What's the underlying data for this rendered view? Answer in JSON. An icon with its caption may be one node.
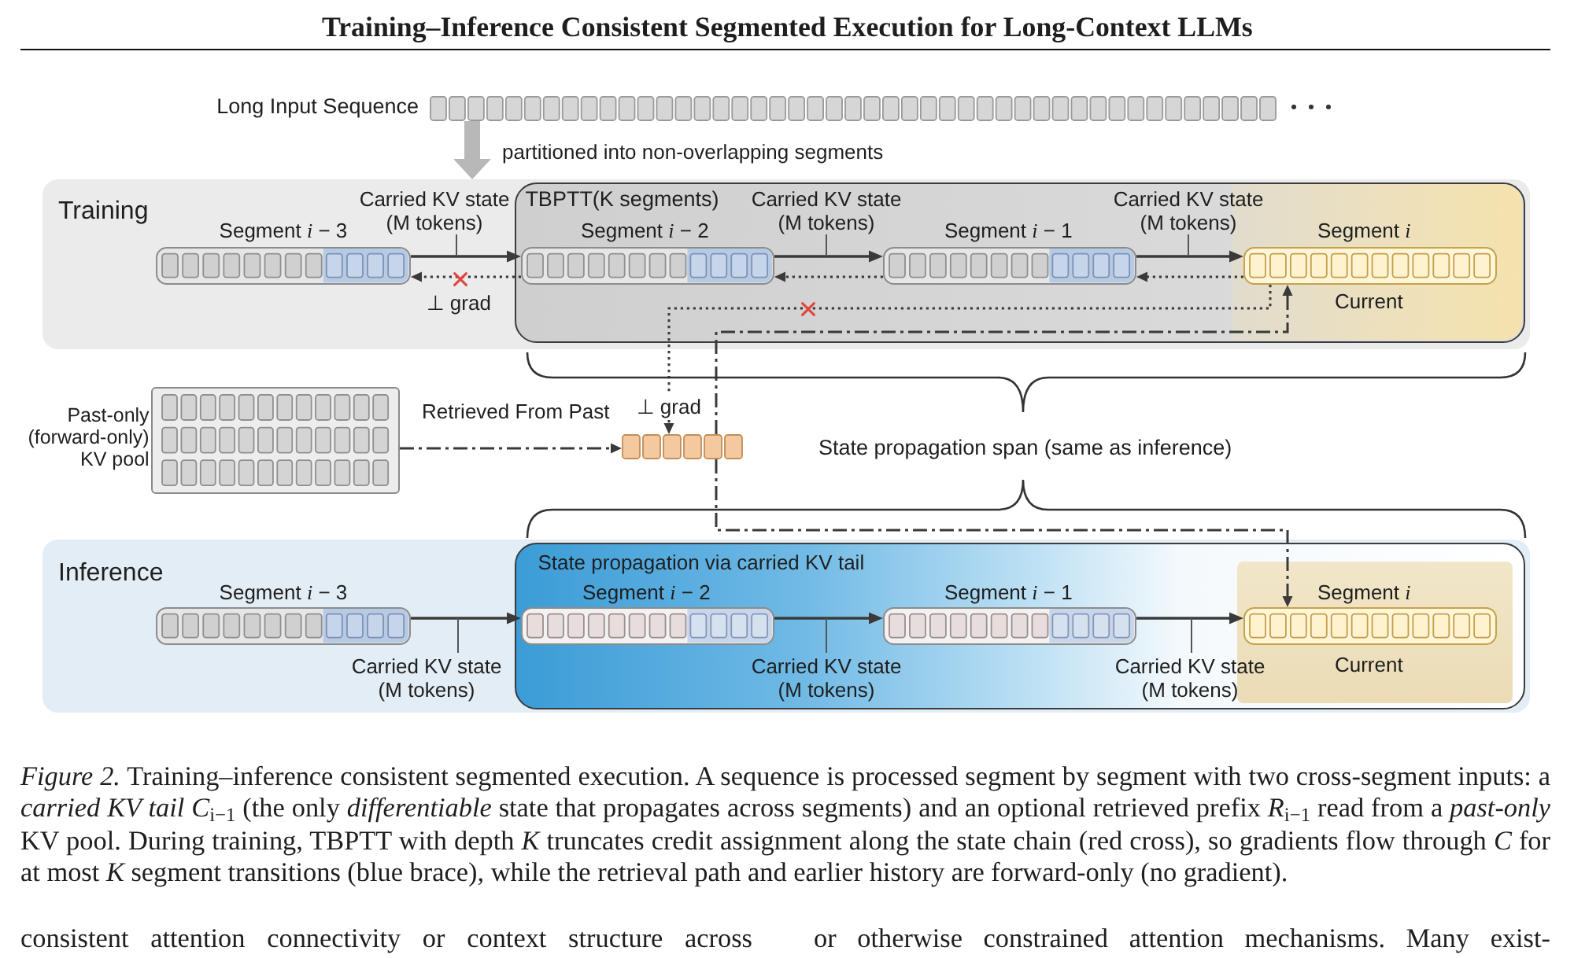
{
  "diagram": {
    "title": "Training–Inference Consistent Segmented Execution for Long-Context LLMs",
    "caption": "*Figure 2.* Training–inference consistent segmented execution. A sequence is processed segment by segment with two cross-segment inputs: a *carried KV tail* *C*$_{i−1}$ (the only *differentiable* state that propagates across segments) and an optional retrieved prefix *R*$_{i−1}$ read from a *past-only* KV pool. During training, TBPTT with depth *K* truncates credit assignment along the state chain (red cross), so gradients flow through *C* for at most *K* segment transitions (blue brace), while the retrieval path and earlier history are forward-only (no gradient).",
    "nodes": [
      {
        "text": [
          "Long Input Sequence"
        ]
      },
      {
        "text": [
          "Training"
        ]
      },
      {
        "text": [
          "TBPTT(K segments)"
        ],
        "in": 1
      },
      {
        "text": [
          "Segment *i* − 3"
        ],
        "in": 1
      },
      {
        "text": [
          "Segment *i* − 2"
        ],
        "in": 2
      },
      {
        "text": [
          "Segment *i* − 1"
        ],
        "in": 2
      },
      {
        "text": [
          "Segment *i*",
          "Current"
        ],
        "in": 2
      },
      {
        "text": [
          "Past-only (forward-only) KV pool"
        ]
      },
      {
        "text": [],
        "shape": "bar"
      },
      {
        "text": [
          "Inference"
        ]
      },
      {
        "text": [
          "State propagation via carried KV tail"
        ],
        "in": 9
      },
      {
        "text": [
          "Segment *i* − 3"
        ],
        "in": 9
      },
      {
        "text": [
          "Segment *i* − 2"
        ],
        "in": 10
      },
      {
        "text": [
          "Segment *i* − 1"
        ],
        "in": 10
      },
      {
        "text": [
          "Segment *i*",
          "Current"
        ],
        "in": 10
      }
    ],
    "edges": [
      {
        "from": 0,
        "to": 1,
        "arrow": "to",
        "label": "partitioned into non-overlapping segments",
        "style": "thick",
        "color": "#b8b8b8"
      },
      {
        "from": 3,
        "to": 4,
        "arrow": "to",
        "label": "Carried KV state (M tokens)"
      },
      {
        "from": 4,
        "to": 5,
        "arrow": "to",
        "label": "Carried KV state (M tokens)"
      },
      {
        "from": 5,
        "to": 6,
        "arrow": "to",
        "label": "Carried KV state (M tokens)"
      },
      {
        "from": 4,
        "to": 3,
        "arrow": "to",
        "label": "⊥ grad",
        "style": "dashed"
      },
      {
        "from": 5,
        "to": 4,
        "arrow": "to",
        "style": "dashed"
      },
      {
        "from": 6,
        "to": 5,
        "arrow": "to",
        "style": "dashed"
      },
      {
        "from": 6,
        "to": 8,
        "arrow": "to",
        "label": "⊥ grad",
        "style": "dashed"
      },
      {
        "from": 7,
        "to": 8,
        "arrow": "to",
        "label": "Retrieved From Past",
        "style": "dashed"
      },
      {
        "from": 8,
        "to": 6,
        "arrow": "to",
        "style": "dashed"
      },
      {
        "from": 8,
        "to": 14,
        "arrow": "to",
        "style": "dashed"
      },
      {
        "from": 11,
        "to": 12,
        "arrow": "to",
        "label": "Carried KV state (M tokens)"
      },
      {
        "from": 12,
        "to": 13,
        "arrow": "to",
        "label": "Carried KV state (M tokens)"
      },
      {
        "from": 13,
        "to": 14,
        "arrow": "to",
        "label": "Carried KV state (M tokens)"
      }
    ],
    "labels": [
      "State propagation span (same as inference)",
      "consistent attention connectivity or context structure across",
      "or otherwise constrained attention mechanisms. Many exist-"
    ]
  }
}
